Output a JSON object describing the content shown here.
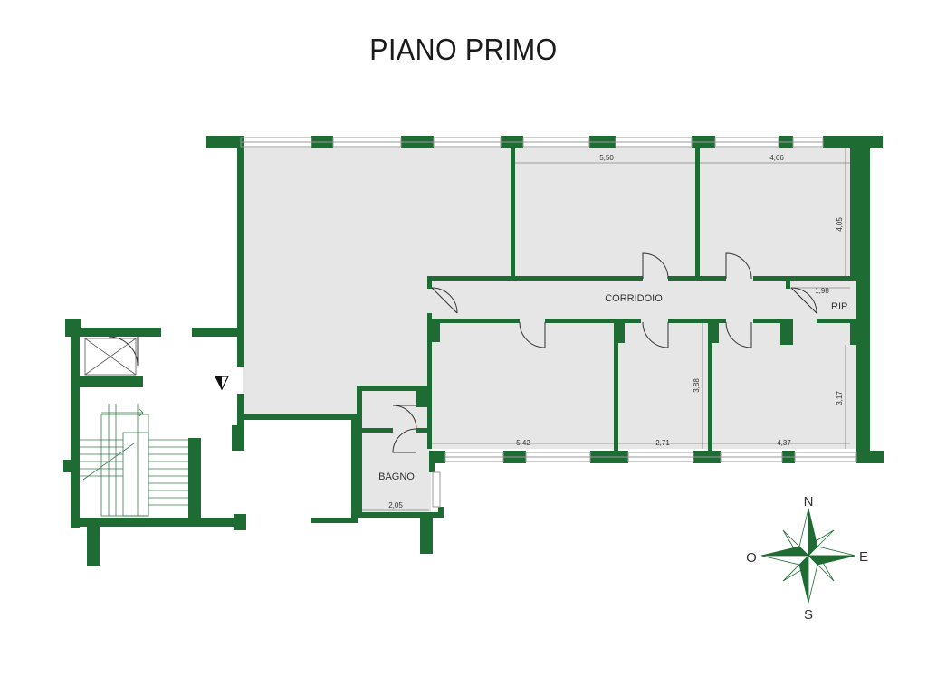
{
  "title": "PIANO PRIMO",
  "colors": {
    "wall": "#1f6b34",
    "floor": "#e6e6e6",
    "stair_line": "#3a7a4e",
    "compass": "#1f6b34"
  },
  "rooms": {
    "corridor": "CORRIDOIO",
    "bathroom": "BAGNO",
    "storage": "RIP."
  },
  "dimensions": {
    "room_top_middle_width": "5,50",
    "room_top_right_width": "4,66",
    "room_top_right_depth": "4,05",
    "storage_width": "1,98",
    "room_bottom_left_width": "5,42",
    "room_bottom_middle_width": "2,71",
    "room_bottom_middle_depth": "3,88",
    "room_bottom_right_width": "4,37",
    "room_bottom_right_depth": "3,17",
    "bathroom_width": "2,05"
  },
  "compass": {
    "north": "N",
    "south": "S",
    "east": "E",
    "west": "O"
  },
  "icons": {
    "entrance": "entrance-arrow-icon",
    "compass": "compass-rose-icon",
    "lift": "lift-shaft-icon"
  }
}
